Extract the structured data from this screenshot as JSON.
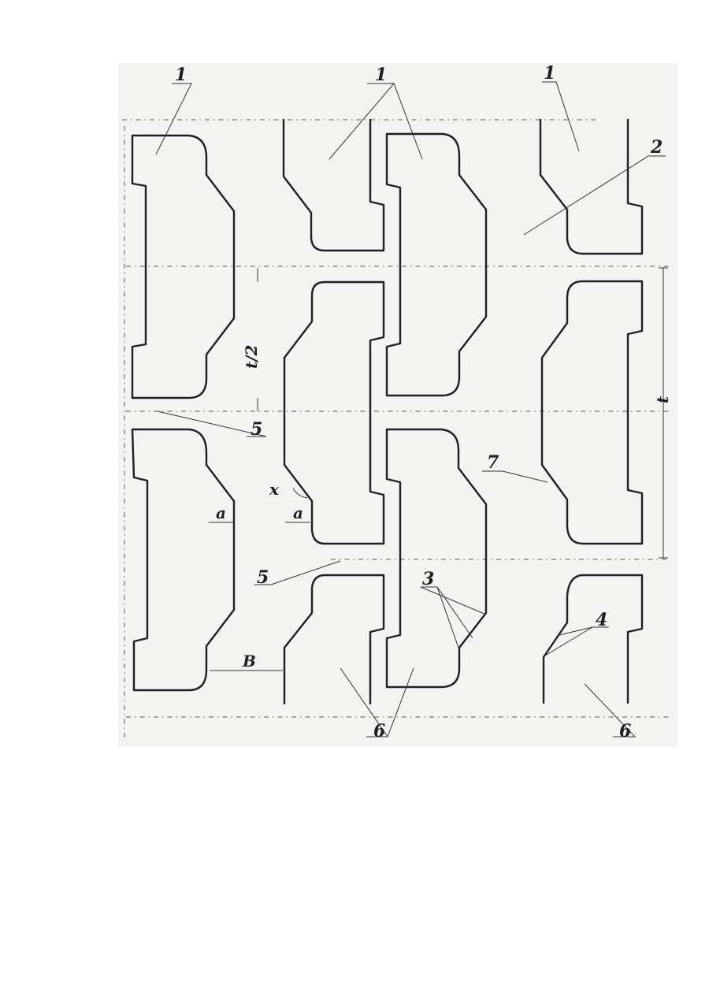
{
  "labels": {
    "pos_1": "1",
    "pos_2": "2",
    "pos_3": "3",
    "pos_4": "4",
    "pos_5": "5",
    "pos_6": "6",
    "pos_7": "7"
  },
  "dimensions": {
    "half_pitch": "t/2",
    "pitch": "t",
    "width_a": "a",
    "width_b": "B",
    "angle": "x"
  }
}
